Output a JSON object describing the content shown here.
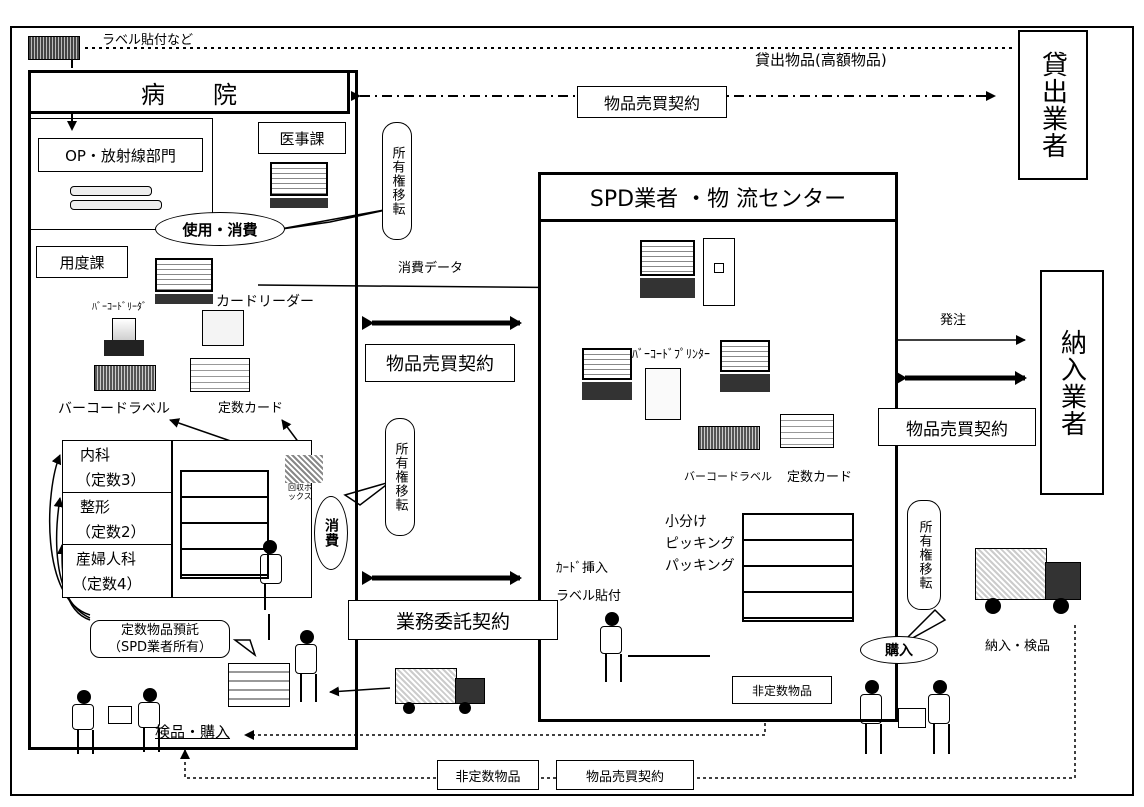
{
  "labels": {
    "label_attach_top": "ラベル貼付など",
    "loan_goods": "貸出物品(高額物品)",
    "sales_contract_top": "物品売買契約",
    "loan_vendor": "貸出業者",
    "hospital": "病　　院",
    "op_dept": "OP・放射線部門",
    "medical_affairs": "医事課",
    "ownership_1": "所有権移転",
    "use_consume": "使用・消費",
    "supplies_dept": "用度課",
    "consumption_data": "消費データ",
    "barcode_reader": "ﾊﾞｰｺｰﾄﾞﾘｰﾀﾞ",
    "card_reader": "カードリーダー",
    "sales_contract_mid": "物品売買契約",
    "barcode_label_left": "バーコードラベル",
    "fixed_card_left": "定数カード",
    "spd_center": "SPD業者 ・物 流センター",
    "barcode_printer": "ﾊﾞｰｺｰﾄﾞﾌﾟﾘﾝﾀｰ",
    "order": "発注",
    "delivery_vendor": "納入業者",
    "sales_contract_right": "物品売買契約",
    "barcode_label_right": "バーコードラベル",
    "fixed_card_right": "定数カード",
    "internal_med": "内科",
    "fixed3": "（定数3）",
    "orthopedics": "整形",
    "fixed2": "（定数2）",
    "obgyn": "産婦人科",
    "fixed4": "（定数4）",
    "collection_box": "回収ボックス",
    "ownership_2": "所有権移転",
    "consume": "消費",
    "subdivide": "小分け",
    "picking": "ピッキング",
    "packing": "パッキング",
    "card_insert": "ｶｰﾄﾞ挿入",
    "label_attach": "ラベル貼付",
    "ownership_3": "所有権移転",
    "outsourcing_contract": "業務委託契約",
    "consignment_1": "定数物品預託",
    "consignment_2": "（SPD業者所有）",
    "purchase": "購入",
    "delivery_inspect": "納入・検品",
    "non_fixed_1": "非定数物品",
    "inspect_purchase": "検品・購入",
    "non_fixed_2": "非定数物品",
    "sales_contract_bottom": "物品売買契約"
  }
}
